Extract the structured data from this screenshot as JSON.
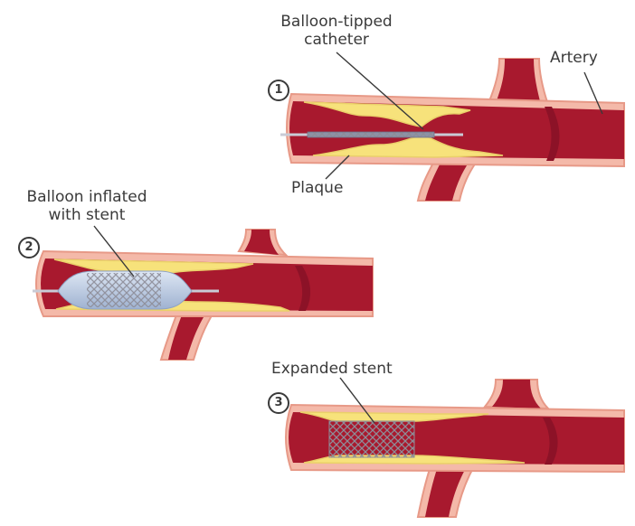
{
  "labels": {
    "catheter": [
      "Balloon-tipped",
      "catheter"
    ],
    "artery": "Artery",
    "plaque": "Plaque",
    "balloon_inflated": [
      "Balloon inflated",
      "with stent"
    ],
    "expanded_stent": "Expanded stent"
  },
  "steps": [
    "1",
    "2",
    "3"
  ],
  "colors": {
    "artery_wall": "#f4b9a9",
    "artery_wall_edge": "#e79987",
    "lumen": "#a8192e",
    "lumen_dark": "#8c1227",
    "plaque": "#f7e27b",
    "plaque_edge": "#ead06a",
    "stent": "#9a9aa6",
    "balloon": "#b9c6dd",
    "line": "#3a3a3a"
  }
}
